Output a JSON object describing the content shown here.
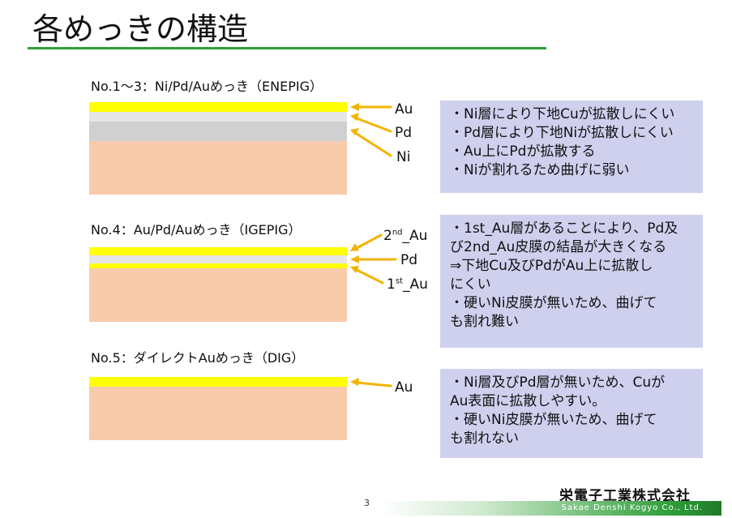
{
  "title": "各めっきの構造",
  "colors": {
    "gold": "#ffff00",
    "palladium": "#e6e6e6",
    "nickel": "#d0d0d0",
    "copper": "#f8cbad",
    "note_bg": "#cfd0ee",
    "arrow": "#f4b400",
    "accent_green": "#2f9e3a"
  },
  "sections": [
    {
      "label": "No.1～3：Ni/Pd/Auめっき（ENEPIG）",
      "layers": [
        "Au",
        "Pd",
        "Ni"
      ],
      "notes": [
        "・Ni層により下地Cuが拡散しにくい",
        "・Pd層により下地Niが拡散しにくい",
        "・Au上にPdが拡散する",
        "・Niが割れるため曲げに弱い"
      ]
    },
    {
      "label": "No.4：Au/Pd/Auめっき（IGEPIG）",
      "layers": [
        {
          "main": "2",
          "sup": "nd",
          "rest": "_Au"
        },
        {
          "main": "Pd",
          "sup": "",
          "rest": ""
        },
        {
          "main": "1",
          "sup": "st",
          "rest": "_Au"
        }
      ],
      "notes": [
        "・1st_Au層があることにより、Pd及",
        "び2nd_Au皮膜の結晶が大きくなる",
        "⇒下地Cu及びPdがAu上に拡散し",
        "にくい",
        "・硬いNi皮膜が無いため、曲げて",
        "も割れ難い"
      ]
    },
    {
      "label": "No.5：ダイレクトAuめっき（DIG）",
      "layers": [
        "Au"
      ],
      "notes": [
        "・Ni層及びPd層が無いため、Cuが",
        "Au表面に拡散しやすい。",
        "・硬いNi皮膜が無いため、曲げて",
        "も割れない"
      ]
    }
  ],
  "footer": {
    "page_number": "3",
    "company_jp": "栄電子工業株式会社",
    "company_en": "Sakae Denshi Kogyo Co., Ltd."
  }
}
